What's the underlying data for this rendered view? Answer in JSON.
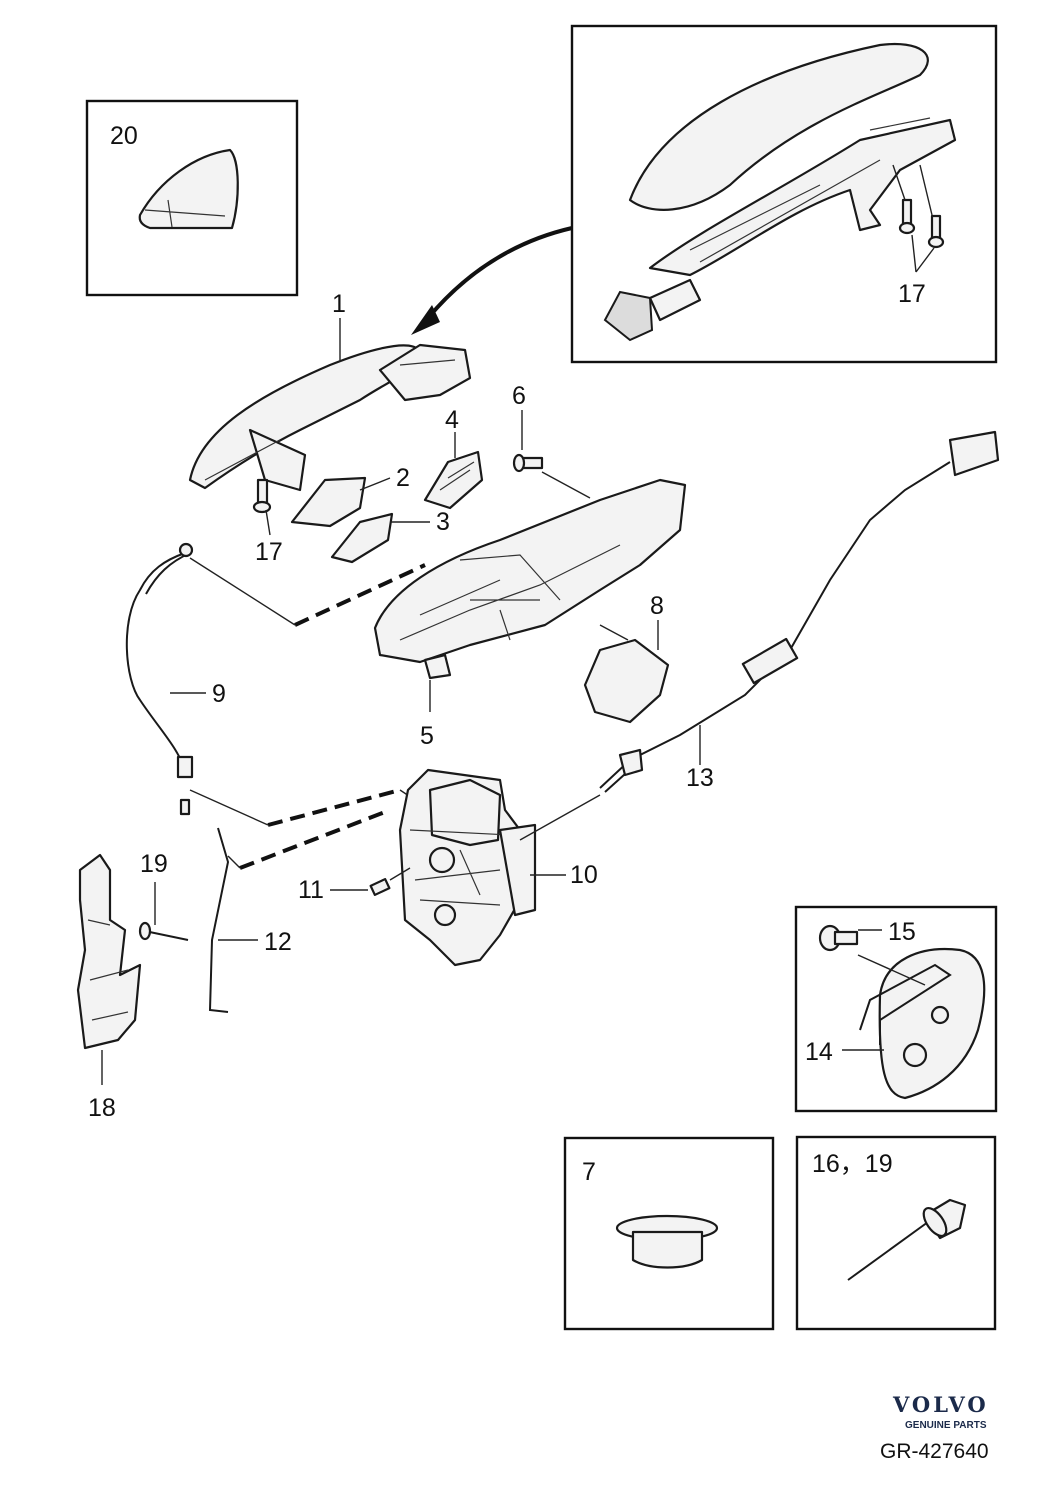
{
  "callouts": {
    "c1": "1",
    "c2": "2",
    "c3": "3",
    "c4": "4",
    "c5": "5",
    "c6": "6",
    "c8": "8",
    "c9": "9",
    "c10": "10",
    "c11": "11",
    "c12": "12",
    "c13": "13",
    "c17a": "17",
    "c17b": "17",
    "c18": "18",
    "c19": "19"
  },
  "insets": {
    "handle_cover": {
      "label": "20"
    },
    "handle_base": {
      "label": "17"
    },
    "grommet": {
      "label": "7"
    },
    "rivet": {
      "label": "16，19"
    },
    "door_check": {
      "label_15": "15",
      "label_14": "14"
    }
  },
  "branding": {
    "brand": "VOLVO",
    "tagline": "GENUINE PARTS",
    "ref": "GR-427640"
  }
}
